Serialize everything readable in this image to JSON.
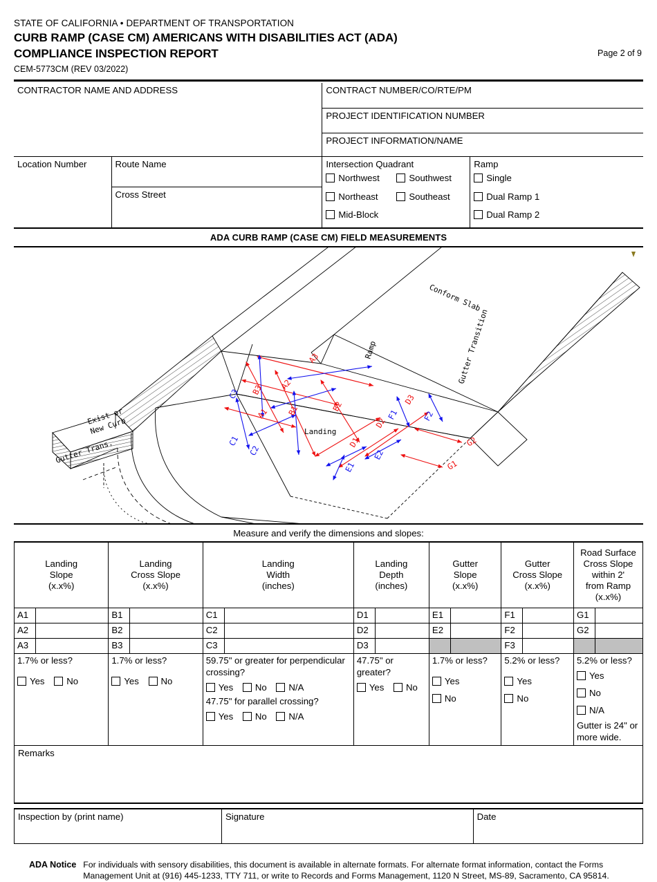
{
  "header": {
    "agency": "STATE OF CALIFORNIA • DEPARTMENT OF TRANSPORTATION",
    "title_line1": "CURB RAMP (CASE CM) AMERICANS WITH DISABILITIES ACT (ADA)",
    "title_line2": "COMPLIANCE INSPECTION REPORT",
    "form_number": "CEM-5773CM (REV 03/2022)",
    "page_indicator": "Page 2 of 9"
  },
  "info": {
    "contractor_label": "CONTRACTOR NAME AND ADDRESS",
    "contract_number_label": "CONTRACT NUMBER/CO/RTE/PM",
    "project_id_label": "PROJECT IDENTIFICATION NUMBER",
    "project_info_label": "PROJECT INFORMATION/NAME",
    "location_number_label": "Location Number",
    "route_name_label": "Route Name",
    "cross_street_label": "Cross Street",
    "intersection_quadrant_label": "Intersection Quadrant",
    "ramp_label": "Ramp",
    "quadrant_options": [
      "Northwest",
      "Southwest",
      "Northeast",
      "Southeast",
      "Mid-Block"
    ],
    "ramp_options": [
      "Single",
      "Dual Ramp 1",
      "Dual Ramp 2"
    ]
  },
  "section": {
    "banner": "ADA CURB RAMP (CASE CM) FIELD MEASUREMENTS",
    "measure_caption": "Measure and verify the dimensions and slopes:"
  },
  "diagram": {
    "labels": {
      "exist_curb": "Exist or New Curb",
      "gutter_trans": "Gutter Trans.",
      "conform_slab": "Conform Slab",
      "gutter_transition": "Gutter Transition",
      "ramp": "Ramp",
      "landing": "Landing"
    },
    "dimension_tags_red": [
      "A1",
      "A2",
      "A3",
      "B1",
      "B2",
      "B3",
      "D1",
      "D2",
      "D3",
      "G1",
      "G2"
    ],
    "dimension_tags_blue": [
      "A1",
      "A2",
      "A3",
      "B2",
      "B3",
      "C1",
      "C2",
      "C3",
      "D3",
      "E1",
      "E2",
      "F1",
      "F2"
    ],
    "colors": {
      "red": "#ee1111",
      "blue": "#1111ee",
      "line": "#000000"
    }
  },
  "measure_table": {
    "columns": [
      {
        "key": "A",
        "header": "Landing\nSlope\n(x.x%)"
      },
      {
        "key": "B",
        "header": "Landing\nCross Slope\n(x.x%)"
      },
      {
        "key": "C",
        "header": "Landing\nWidth\n(inches)"
      },
      {
        "key": "D",
        "header": "Landing\nDepth\n(inches)"
      },
      {
        "key": "E",
        "header": "Gutter\nSlope\n(x.x%)"
      },
      {
        "key": "F",
        "header": "Gutter\nCross Slope\n(x.x%)"
      },
      {
        "key": "G",
        "header": "Road Surface\nCross Slope\nwithin 2'\nfrom Ramp\n(x.x%)"
      }
    ],
    "headers": {
      "A": [
        "Landing",
        "Slope",
        "(x.x%)"
      ],
      "B": [
        "Landing",
        "Cross Slope",
        "(x.x%)"
      ],
      "C": [
        "Landing",
        "Width",
        "(inches)"
      ],
      "D": [
        "Landing",
        "Depth",
        "(inches)"
      ],
      "E": [
        "Gutter",
        "Slope",
        "(x.x%)"
      ],
      "F": [
        "Gutter",
        "Cross Slope",
        "(x.x%)"
      ],
      "G": [
        "Road Surface",
        "Cross Slope",
        "within 2'",
        "from Ramp",
        "(x.x%)"
      ]
    },
    "rows": [
      {
        "tags": [
          "A1",
          "B1",
          "C1",
          "D1",
          "E1",
          "F1",
          "G1"
        ],
        "values": [
          "",
          "",
          "",
          "",
          "",
          "",
          ""
        ],
        "shaded": []
      },
      {
        "tags": [
          "A2",
          "B2",
          "C2",
          "D2",
          "E2",
          "F2",
          "G2"
        ],
        "values": [
          "",
          "",
          "",
          "",
          "",
          "",
          ""
        ],
        "shaded": []
      },
      {
        "tags": [
          "A3",
          "B3",
          "C3",
          "D3",
          "",
          "F3",
          ""
        ],
        "values": [
          "",
          "",
          "",
          "",
          "",
          "",
          ""
        ],
        "shaded": [
          "E",
          "G"
        ]
      }
    ],
    "criteria": {
      "A": {
        "question": "1.7% or less?",
        "options": [
          "Yes",
          "No"
        ]
      },
      "B": {
        "question": "1.7% or less?",
        "options": [
          "Yes",
          "No"
        ]
      },
      "C": {
        "question": "59.75\" or greater for perpendicular crossing?",
        "options": [
          "Yes",
          "No",
          "N/A"
        ],
        "question2": "47.75\" for parallel crossing?",
        "options2": [
          "Yes",
          "No",
          "N/A"
        ]
      },
      "D": {
        "question": "47.75\" or greater?",
        "options": [
          "Yes",
          "No"
        ]
      },
      "E": {
        "question": "1.7% or less?",
        "options": [
          "Yes",
          "No"
        ]
      },
      "F": {
        "question": "5.2% or less?",
        "options": [
          "Yes",
          "No"
        ]
      },
      "G": {
        "question": "5.2% or less?",
        "options": [
          "Yes",
          "No",
          "N/A"
        ],
        "note": "Gutter is 24\" or more wide."
      }
    }
  },
  "remarks": {
    "label": "Remarks",
    "value": ""
  },
  "signature": {
    "inspector_label": "Inspection by (print name)",
    "signature_label": "Signature",
    "date_label": "Date",
    "inspector_value": "",
    "signature_value": "",
    "date_value": ""
  },
  "footer": {
    "notice_label": "ADA Notice",
    "notice_text": "For individuals with sensory disabilities, this document is available in alternate formats. For alternate format information, contact the Forms Management Unit at (916) 445-1233, TTY 711, or write to Records and Forms Management, 1120 N Street, MS-89, Sacramento, CA 95814."
  }
}
